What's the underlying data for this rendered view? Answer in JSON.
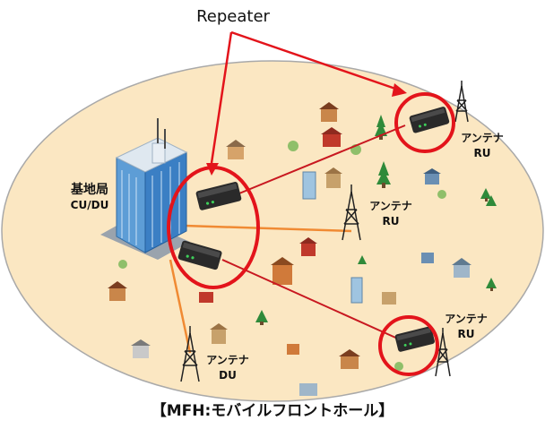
{
  "repeater_label": "Repeater",
  "base_station": {
    "title": "基地局",
    "subtitle": "CU/DU"
  },
  "antennas": [
    {
      "title": "アンテナ",
      "subtitle": "RU"
    },
    {
      "title": "アンテナ",
      "subtitle": "RU"
    },
    {
      "title": "アンテナ",
      "subtitle": "RU"
    },
    {
      "title": "アンテナ",
      "subtitle": "DU"
    }
  ],
  "caption": "【MFH:モバイルフロントホール】",
  "colors": {
    "ground": "#fbe7c2",
    "highlight": "#e3141b",
    "fiber": "#f08a33",
    "repeater_connection": "#c81820",
    "tree": "#2f8a3a"
  }
}
